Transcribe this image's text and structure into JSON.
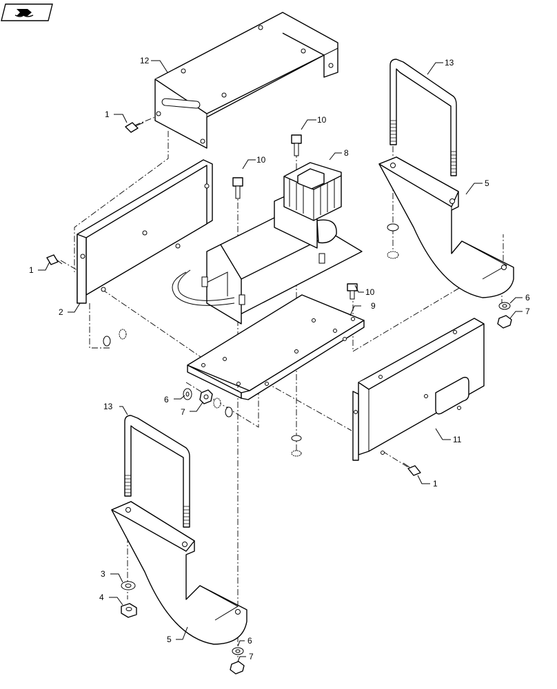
{
  "diagram": {
    "nav_icon": "book-arrow-icon",
    "callouts": [
      {
        "id": "c12",
        "text": "12"
      },
      {
        "id": "c1a",
        "text": "1"
      },
      {
        "id": "c1b",
        "text": "1"
      },
      {
        "id": "c1c",
        "text": "1"
      },
      {
        "id": "c2",
        "text": "2"
      },
      {
        "id": "c3",
        "text": "3"
      },
      {
        "id": "c4",
        "text": "4"
      },
      {
        "id": "c5a",
        "text": "5"
      },
      {
        "id": "c5b",
        "text": "5"
      },
      {
        "id": "c6a",
        "text": "6"
      },
      {
        "id": "c6b",
        "text": "6"
      },
      {
        "id": "c6c",
        "text": "6"
      },
      {
        "id": "c7a",
        "text": "7"
      },
      {
        "id": "c7b",
        "text": "7"
      },
      {
        "id": "c7c",
        "text": "7"
      },
      {
        "id": "c8",
        "text": "8"
      },
      {
        "id": "c9",
        "text": "9"
      },
      {
        "id": "c10a",
        "text": "10"
      },
      {
        "id": "c10b",
        "text": "10"
      },
      {
        "id": "c10c",
        "text": "10"
      },
      {
        "id": "c11",
        "text": "11"
      },
      {
        "id": "c13a",
        "text": "13"
      },
      {
        "id": "c13b",
        "text": "13"
      }
    ]
  }
}
